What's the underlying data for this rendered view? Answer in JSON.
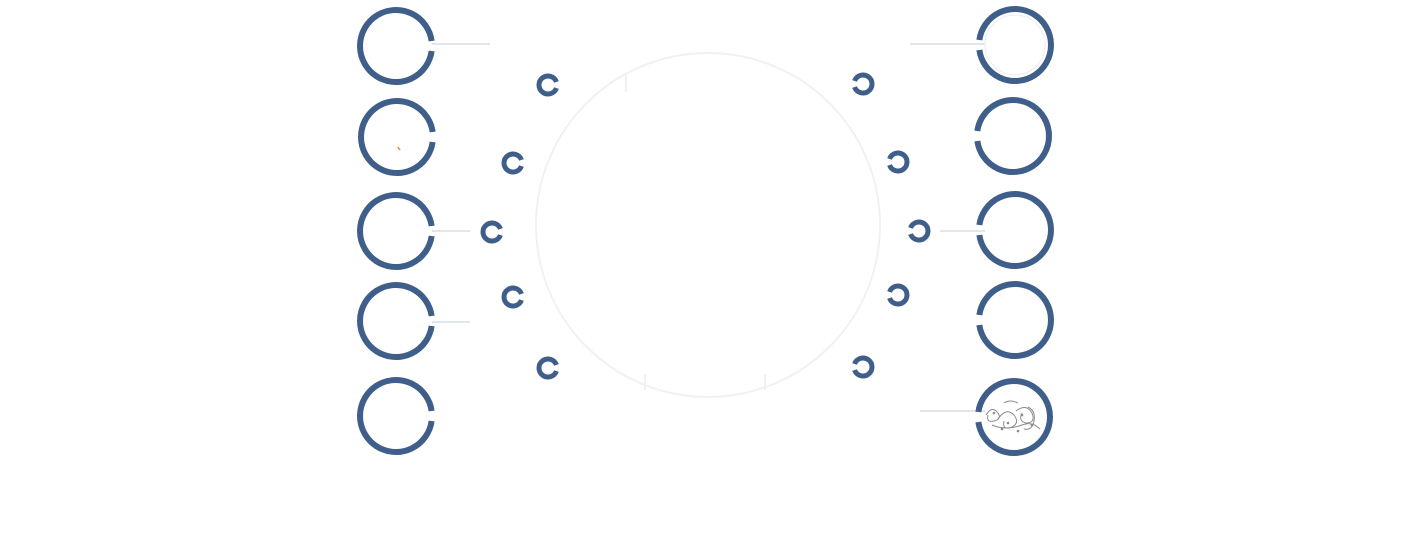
{
  "colors": {
    "ring": "#3f5f8a",
    "background": "#ffffff",
    "faint": "#eef1f5",
    "connector": "#d7dde6",
    "accent": "#f08a24",
    "doodle": "#8c8c8c"
  },
  "center": {
    "icon": "large-faint-circle"
  },
  "left_nodes": [
    {
      "icon": "ring-node"
    },
    {
      "icon": "ring-node"
    },
    {
      "icon": "ring-node"
    },
    {
      "icon": "ring-node"
    },
    {
      "icon": "ring-node"
    }
  ],
  "right_nodes": [
    {
      "icon": "ring-node"
    },
    {
      "icon": "ring-node"
    },
    {
      "icon": "ring-node"
    },
    {
      "icon": "ring-node"
    },
    {
      "icon": "scribble-ring-node"
    }
  ],
  "left_dots": [
    {
      "icon": "small-ring"
    },
    {
      "icon": "small-ring"
    },
    {
      "icon": "small-ring"
    },
    {
      "icon": "small-ring"
    },
    {
      "icon": "small-ring"
    }
  ],
  "right_dots": [
    {
      "icon": "small-ring"
    },
    {
      "icon": "small-ring"
    },
    {
      "icon": "small-ring"
    },
    {
      "icon": "small-ring"
    },
    {
      "icon": "small-ring"
    }
  ]
}
